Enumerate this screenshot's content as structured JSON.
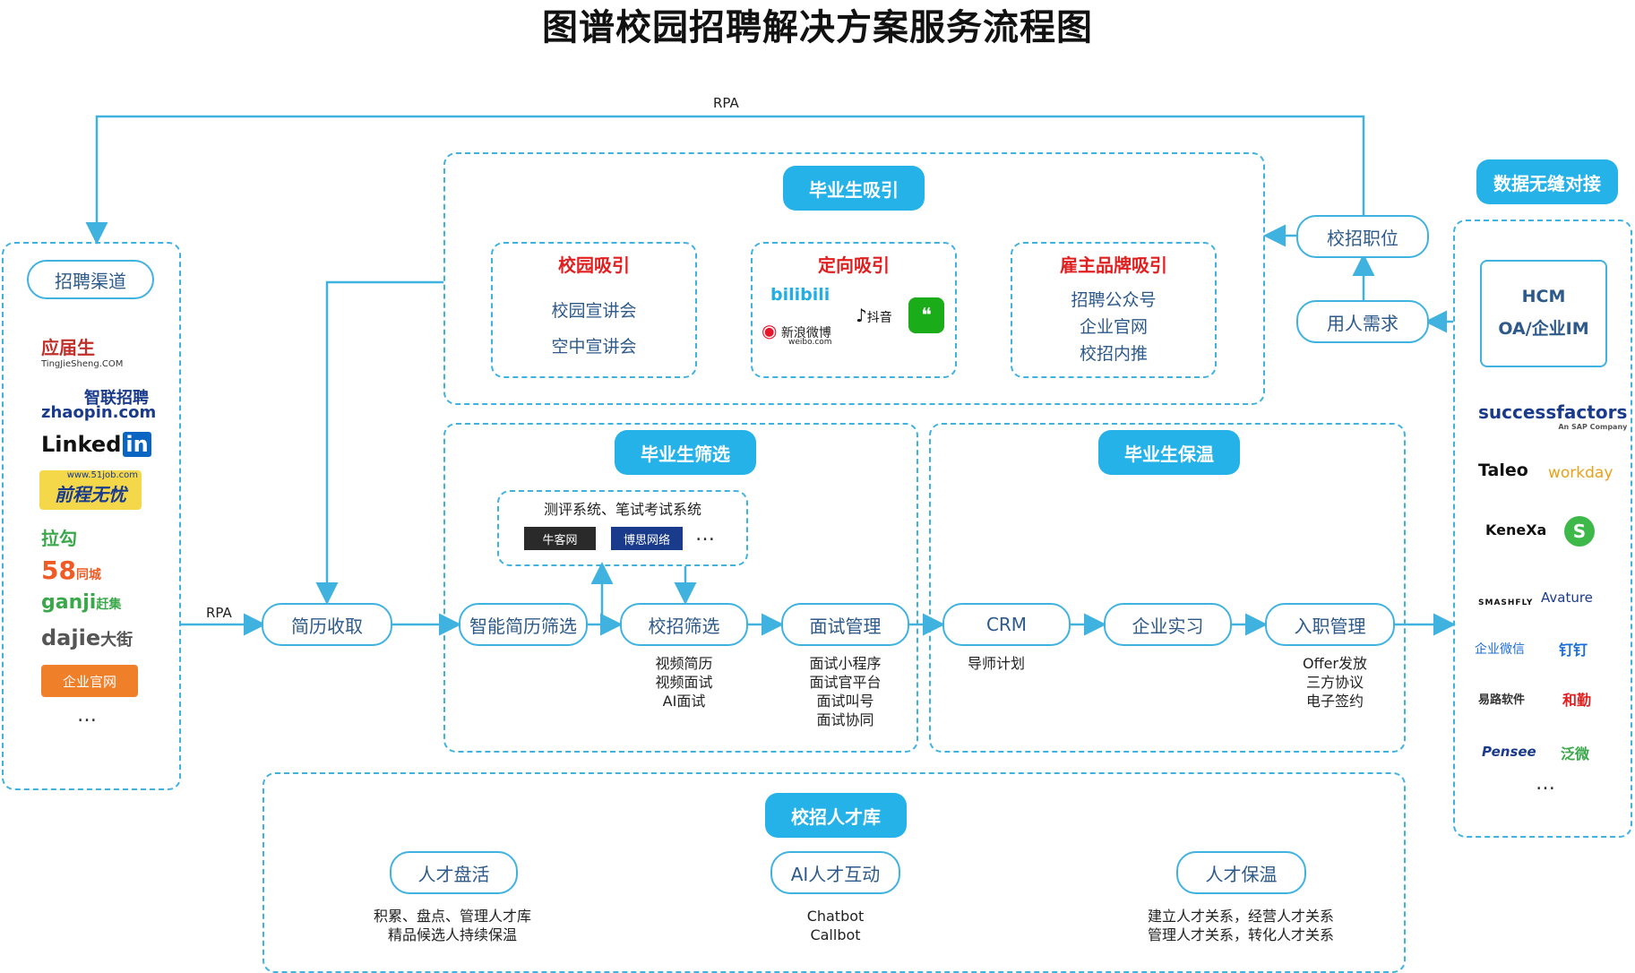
{
  "title": "图谱校园招聘解决方案服务流程图",
  "colors": {
    "accent": "#25b2e8",
    "line": "#3fb2e0",
    "node_text": "#2d5a8a",
    "highlight": "#e02020"
  },
  "rpa_top_label": "RPA",
  "rpa_left_label": "RPA",
  "channels": {
    "title": "招聘渠道",
    "logos": [
      "应届生",
      "TingJieSheng.COM",
      "智联招聘",
      "zhaopin.com",
      "Linked",
      "in",
      "www.51job.com",
      "前程无忧",
      "拉勾",
      "58",
      "同城",
      "ganji",
      "赶集",
      "dajie",
      "大街"
    ],
    "official_site": "企业官网",
    "more": "…"
  },
  "attract": {
    "title": "毕业生吸引",
    "campus": {
      "title": "校园吸引",
      "items": [
        "校园宣讲会",
        "空中宣讲会"
      ]
    },
    "targeted": {
      "title": "定向吸引",
      "logos": [
        "bilibili",
        "新浪微博",
        "weibo.com",
        "抖音",
        "wechat-icon"
      ]
    },
    "employer": {
      "title": "雇主品牌吸引",
      "items": [
        "招聘公众号",
        "企业官网",
        "校招内推"
      ]
    }
  },
  "positions": {
    "campus_jobs": "校招职位",
    "demand": "用人需求"
  },
  "integration": {
    "title": "数据无缝对接",
    "hcm": "HCM",
    "oa": "OA/企业IM",
    "logos": [
      "successfactors",
      "An SAP Company",
      "Taleo",
      "workday",
      "KeneXa",
      "SMASHFLY",
      "Avature",
      "企业微信",
      "钉钉",
      "易路软件",
      "和勤",
      "Pensee",
      "泛微"
    ],
    "more": "…"
  },
  "screening": {
    "title": "毕业生筛选",
    "test_systems": "测评系统、笔试考试系统",
    "test_logos": [
      "牛客网",
      "博思网络"
    ],
    "more": "…",
    "resume_collect": "简历收取",
    "smart_screen": "智能简历筛选",
    "campus_screen": "校招筛选",
    "campus_screen_items": [
      "视频简历",
      "视频面试",
      "AI面试"
    ],
    "interview": "面试管理",
    "interview_items": [
      "面试小程序",
      "面试官平台",
      "面试叫号",
      "面试协同"
    ]
  },
  "retention": {
    "title": "毕业生保温",
    "crm": "CRM",
    "crm_items": [
      "导师计划"
    ],
    "internship": "企业实习",
    "onboarding": "入职管理",
    "onboarding_items": [
      "Offer发放",
      "三方协议",
      "电子签约"
    ]
  },
  "talent_pool": {
    "title": "校招人才库",
    "activate": {
      "title": "人才盘活",
      "items": [
        "积累、盘点、管理人才库",
        "精品候选人持续保温"
      ]
    },
    "ai": {
      "title": "AI人才互动",
      "items": [
        "Chatbot",
        "Callbot"
      ]
    },
    "nurture": {
      "title": "人才保温",
      "items": [
        "建立人才关系，经营人才关系",
        "管理人才关系，转化人才关系"
      ]
    }
  }
}
